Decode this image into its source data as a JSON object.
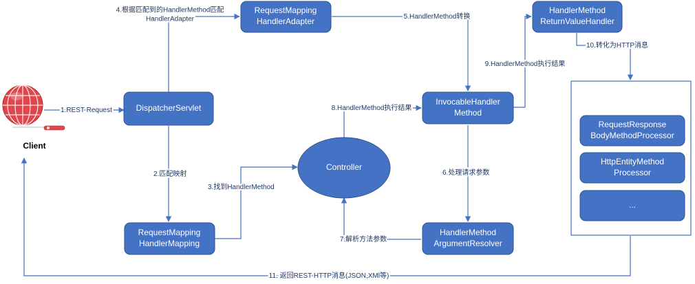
{
  "diagram": {
    "client_label": "Client",
    "nodes": {
      "dispatcher": [
        "DispatcherServlet"
      ],
      "handler_adapter": [
        "RequestMapping",
        "HandlerAdapter"
      ],
      "handler_mapping": [
        "RequestMapping",
        "HandlerMapping"
      ],
      "controller": [
        "Controller"
      ],
      "invocable": [
        "InvocableHandler",
        "Method"
      ],
      "argument_resolver": [
        "HandlerMethod",
        "ArgumentResolver"
      ],
      "return_value_handler": [
        "HandlerMethod",
        "ReturnValueHandler"
      ],
      "processor_1": [
        "RequestResponse",
        "BodyMethodProcessor"
      ],
      "processor_2": [
        "HttpEntityMethod",
        "Processor"
      ],
      "processor_3": [
        "..."
      ]
    },
    "edges": {
      "e1": [
        "1.REST Request"
      ],
      "e2": [
        "2.匹配映射"
      ],
      "e3": [
        "3.找到HandlerMethod"
      ],
      "e4": [
        "4.根据匹配到的HandlerMethod匹配",
        "HandlerAdapter"
      ],
      "e5": [
        "5.HandlerMethod转换"
      ],
      "e6": [
        "6.处理请求参数"
      ],
      "e7": [
        "7.解析方法参数"
      ],
      "e8": [
        "8.HandlerMethod执行结果"
      ],
      "e9": [
        "9.HandlerMethod执行结果"
      ],
      "e10": [
        "10.转化为HTTP消息"
      ],
      "e11": [
        "11. 返回REST HTTP消息(JSON,XMl等)"
      ]
    },
    "colors": {
      "node_fill": "#4472c4",
      "node_stroke": "#2f528f",
      "edge": "#4472c4",
      "edge_text": "#1f3864",
      "globe": "#e0474c"
    }
  }
}
